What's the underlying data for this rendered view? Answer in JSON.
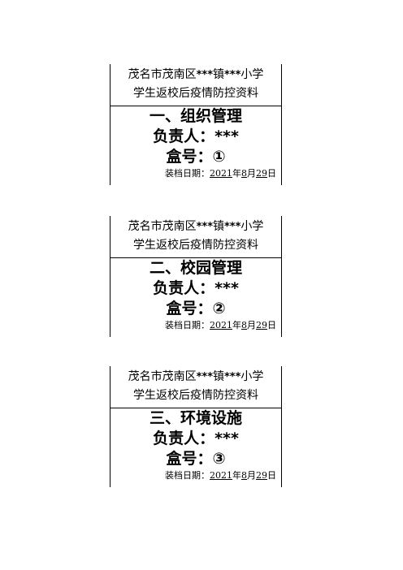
{
  "labels": [
    {
      "title_prefix": "茂名市茂南区",
      "title_stars1": "***",
      "title_mid": "镇",
      "title_stars2": "***",
      "title_suffix": "小学",
      "title_line2": "学生返校后疫情防控资料",
      "section": "一、组织管理",
      "person": "负责人：***",
      "box": "盒号：①",
      "date_prefix": "装档日期：",
      "year": "2021",
      "year_unit": "年",
      "month": "8",
      "month_unit": "月",
      "day": "29",
      "day_unit": "日"
    },
    {
      "title_prefix": "茂名市茂南区",
      "title_stars1": "***",
      "title_mid": "镇",
      "title_stars2": "***",
      "title_suffix": "小学",
      "title_line2": "学生返校后疫情防控资料",
      "section": "二、校园管理",
      "person": "负责人：***",
      "box": "盒号：②",
      "date_prefix": "装档日期：",
      "year": "2021",
      "year_unit": "年",
      "month": "8",
      "month_unit": "月",
      "day": "29",
      "day_unit": "日"
    },
    {
      "title_prefix": "茂名市茂南区",
      "title_stars1": "***",
      "title_mid": "镇",
      "title_stars2": "***",
      "title_suffix": "小学",
      "title_line2": "学生返校后疫情防控资料",
      "section": "三、环境设施",
      "person": "负责人：***",
      "box": "盒号：③",
      "date_prefix": "装档日期：",
      "year": "2021",
      "year_unit": "年",
      "month": "8",
      "month_unit": "月",
      "day": "29",
      "day_unit": "日"
    }
  ]
}
